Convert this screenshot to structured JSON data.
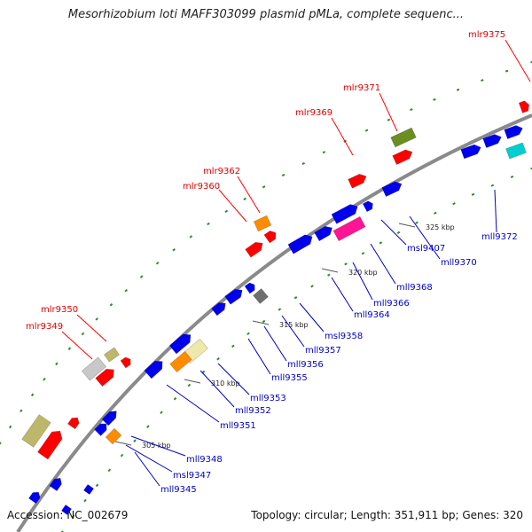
{
  "title": "Mesorhizobium loti MAFF303099 plasmid pMLa, complete sequenc...",
  "footer": {
    "accession": "Accession: NC_002679",
    "summary": "Topology: circular; Length: 351,911 bp; Genes: 320"
  },
  "colors": {
    "backbone": "#8a8a8a",
    "forward_label": "#e00000",
    "reverse_label": "#0000c8",
    "dots": "#2e8b2e"
  },
  "ticks": [
    {
      "label": "305 kbp"
    },
    {
      "label": "310 kbp"
    },
    {
      "label": "315 kbp"
    },
    {
      "label": "320 kbp"
    },
    {
      "label": "325 kbp"
    }
  ],
  "forward_labels": [
    {
      "text": "mlr9375"
    },
    {
      "text": "mlr9371"
    },
    {
      "text": "mlr9369"
    },
    {
      "text": "mlr9362"
    },
    {
      "text": "mlr9360"
    },
    {
      "text": "mlr9350"
    },
    {
      "text": "mlr9349"
    }
  ],
  "reverse_labels": [
    {
      "text": "mll9372"
    },
    {
      "text": "mll9370"
    },
    {
      "text": "msl9407"
    },
    {
      "text": "mll9368"
    },
    {
      "text": "mll9366"
    },
    {
      "text": "mll9364"
    },
    {
      "text": "msl9358"
    },
    {
      "text": "mll9357"
    },
    {
      "text": "mll9356"
    },
    {
      "text": "mll9355"
    },
    {
      "text": "mll9353"
    },
    {
      "text": "mll9352"
    },
    {
      "text": "mll9351"
    },
    {
      "text": "mll9348"
    },
    {
      "text": "msl9347"
    },
    {
      "text": "mll9345"
    }
  ],
  "gene_colors": {
    "red": "#ff0000",
    "blue": "#0000ee",
    "olive": "#6b8e23",
    "orange": "#ff8c00",
    "pink": "#ff1493",
    "grey": "#6e6e6e",
    "khaki": "#bdb76b",
    "light_grey": "#c8c8c8",
    "pale_yellow": "#eee8aa",
    "cyan": "#00ced1"
  }
}
